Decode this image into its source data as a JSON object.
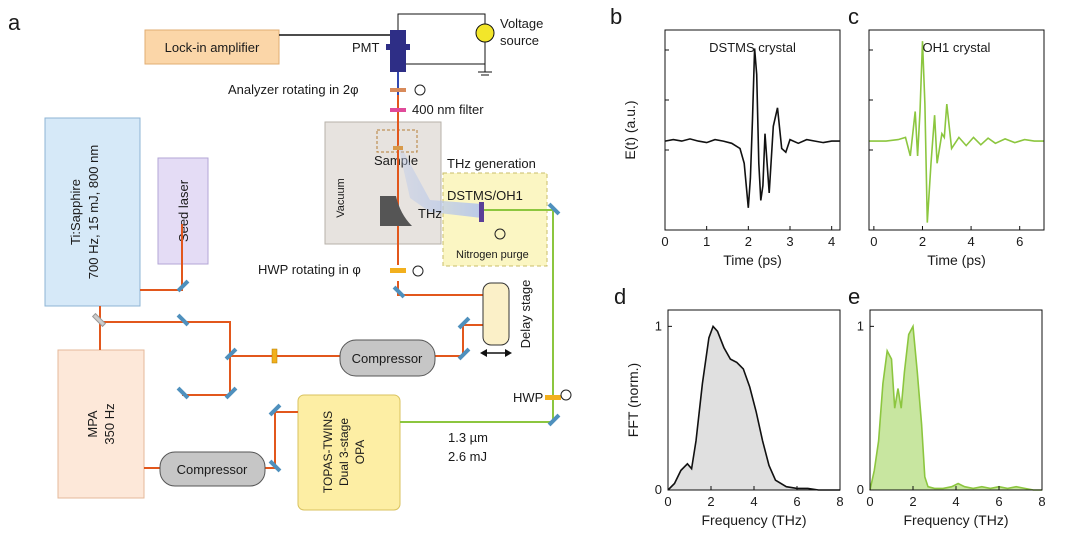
{
  "panels": {
    "a": "a",
    "b": "b",
    "c": "c",
    "d": "d",
    "e": "e"
  },
  "colors": {
    "beam_800": "#e2571c",
    "beam_1300": "#8cc63f",
    "thz_beam": "#b7c7ea",
    "laser_box": "#d6e9f8",
    "seed_box": "#e4dcf5",
    "mpa_box": "#fde8d9",
    "lockin_box": "#fbd6a8",
    "opa_box": "#fdeea4",
    "thz_gen_box": "#fbf6c3",
    "vacuum_box": "#e7e3df",
    "compressor": "#c6c6c6",
    "mirror": "#4f90bd",
    "waveform_b": "#111111",
    "waveform_c": "#8cc63f",
    "fft_d_fill": "#e0e0e0",
    "fft_e_fill": "#c8e6a0"
  },
  "setup": {
    "laser": [
      "Ti:Sapphire",
      "700 Hz, 15 mJ, 800 nm"
    ],
    "seed": "Seed laser",
    "mpa": [
      "MPA",
      "350 Hz"
    ],
    "compressor_top": "Compressor",
    "compressor_bottom": "Compressor",
    "opa": [
      "TOPAS-TWINS",
      "Dual 3-stage",
      "OPA"
    ],
    "lockin": "Lock-in amplifier",
    "pmt": "PMT",
    "voltage": [
      "Voltage",
      "source"
    ],
    "analyzer": "Analyzer rotating in 2φ",
    "filter": "400 nm filter",
    "vacuum": "Vacuum",
    "sample": "Sample",
    "thz": "THz",
    "thz_generation": "THz generation",
    "crystal": "DSTMS/OH1",
    "nitrogen": "Nitrogen purge",
    "hwp_rot": "HWP rotating in φ",
    "delay": "Delay stage",
    "hwp": "HWP",
    "beam_params": [
      "1.3 µm",
      "2.6 mJ"
    ]
  },
  "chart_data": [
    {
      "type": "line",
      "panel": "b",
      "title": "DSTMS crystal",
      "xlabel": "Time (ps)",
      "ylabel": "E(t) (a.u.)",
      "xlim": [
        0,
        4.2
      ],
      "ylim": [
        -1.2,
        1.5
      ],
      "xticks": [
        0,
        1,
        2,
        3,
        4
      ],
      "x": [
        0,
        0.2,
        0.4,
        0.6,
        0.8,
        1.0,
        1.2,
        1.4,
        1.6,
        1.8,
        1.9,
        2.0,
        2.05,
        2.1,
        2.15,
        2.2,
        2.25,
        2.3,
        2.35,
        2.4,
        2.45,
        2.5,
        2.6,
        2.7,
        2.8,
        2.9,
        3.0,
        3.2,
        3.4,
        3.6,
        3.8,
        4.0,
        4.2
      ],
      "values": [
        0,
        0.02,
        0,
        0.03,
        0,
        -0.02,
        0.02,
        0,
        -0.03,
        -0.1,
        -0.3,
        -0.9,
        -0.5,
        0.3,
        1.25,
        0.9,
        -0.3,
        -0.8,
        -0.6,
        0.1,
        -0.3,
        -0.7,
        0.2,
        0.45,
        -0.1,
        -0.15,
        0.02,
        -0.03,
        0.02,
        0,
        -0.02,
        0,
        0
      ]
    },
    {
      "type": "line",
      "panel": "c",
      "title": "OH1 crystal",
      "xlabel": "Time (ps)",
      "xlim": [
        -0.2,
        7
      ],
      "ylim": [
        -1.2,
        1.5
      ],
      "xticks": [
        0,
        2,
        4,
        6
      ],
      "x": [
        -0.2,
        0.5,
        1.0,
        1.3,
        1.5,
        1.7,
        1.8,
        1.9,
        2.0,
        2.1,
        2.2,
        2.35,
        2.5,
        2.6,
        2.8,
        2.9,
        3.0,
        3.2,
        3.5,
        3.8,
        4.1,
        4.4,
        4.7,
        5.0,
        5.4,
        5.8,
        6.2,
        6.6,
        7.0
      ],
      "values": [
        0,
        0,
        0.02,
        0.05,
        -0.2,
        0.4,
        -0.2,
        0.4,
        1.35,
        0.5,
        -1.1,
        -0.3,
        0.35,
        -0.3,
        0.1,
        0.05,
        0.5,
        -0.1,
        0.05,
        -0.06,
        0.05,
        -0.05,
        0.04,
        -0.03,
        0.03,
        -0.02,
        0.02,
        0,
        0
      ]
    },
    {
      "type": "area",
      "panel": "d",
      "xlabel": "Frequency (THz)",
      "ylabel": "FFT (norm.)",
      "xlim": [
        0,
        8
      ],
      "ylim": [
        0,
        1.1
      ],
      "xticks": [
        0,
        2,
        4,
        6,
        8
      ],
      "yticks": [
        0,
        1
      ],
      "x": [
        0,
        0.3,
        0.6,
        0.9,
        1.1,
        1.3,
        1.6,
        1.9,
        2.1,
        2.3,
        2.6,
        2.9,
        3.2,
        3.5,
        3.8,
        4.1,
        4.4,
        4.7,
        5.0,
        5.5,
        6.0,
        6.5,
        7.0,
        7.5,
        8.0
      ],
      "values": [
        0,
        0.04,
        0.12,
        0.16,
        0.13,
        0.3,
        0.65,
        0.93,
        1.0,
        0.97,
        0.87,
        0.8,
        0.78,
        0.74,
        0.63,
        0.48,
        0.3,
        0.15,
        0.06,
        0.02,
        0.01,
        0.01,
        0,
        0,
        0
      ]
    },
    {
      "type": "area",
      "panel": "e",
      "xlabel": "Frequency (THz)",
      "xlim": [
        0,
        8
      ],
      "ylim": [
        0,
        1.1
      ],
      "xticks": [
        0,
        2,
        4,
        6,
        8
      ],
      "yticks": [
        0,
        1
      ],
      "x": [
        0,
        0.2,
        0.4,
        0.6,
        0.8,
        1.0,
        1.15,
        1.3,
        1.45,
        1.6,
        1.8,
        2.0,
        2.2,
        2.4,
        2.55,
        2.7,
        3.0,
        3.4,
        3.8,
        4.1,
        4.4,
        4.8,
        5.2,
        5.6,
        6.0,
        6.4,
        6.8,
        7.2,
        7.6,
        8.0
      ],
      "values": [
        0,
        0.12,
        0.3,
        0.65,
        0.85,
        0.8,
        0.5,
        0.62,
        0.5,
        0.72,
        0.95,
        1.0,
        0.72,
        0.4,
        0.08,
        0.02,
        0.01,
        0.01,
        0.02,
        0.04,
        0.02,
        0.01,
        0.02,
        0.01,
        0.02,
        0.01,
        0.02,
        0.01,
        0,
        0
      ]
    }
  ]
}
